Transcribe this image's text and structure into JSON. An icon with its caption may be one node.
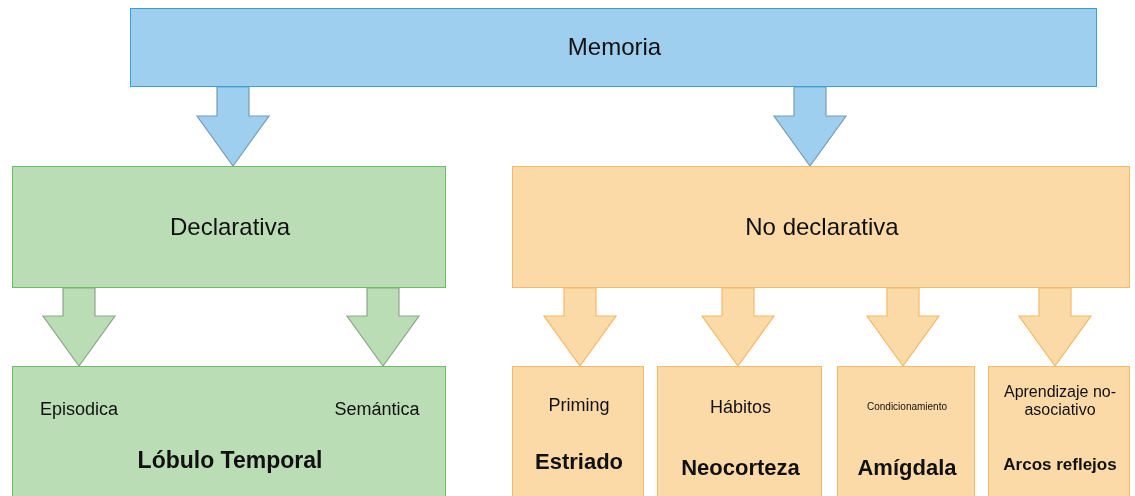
{
  "diagram": {
    "nodes": [
      {
        "text": [
          "Memoria"
        ]
      },
      {
        "text": [
          "Declarativa"
        ]
      },
      {
        "text": [
          "No declarativa"
        ]
      },
      {
        "text": [
          "Episodica",
          "Semántica",
          "Lóbulo Temporal"
        ]
      },
      {
        "text": [
          "Priming",
          "Estriado"
        ]
      },
      {
        "text": [
          "Hábitos",
          "Neocorteza"
        ]
      },
      {
        "text": [
          "Condicionamiento",
          "Amígdala"
        ]
      },
      {
        "text": [
          "Aprendizaje no-asociativo",
          "Arcos reflejos"
        ]
      }
    ],
    "edges": [
      {
        "from": 0,
        "to": 1,
        "arrow": "to",
        "color": "#9fcfee"
      },
      {
        "from": 0,
        "to": 2,
        "arrow": "to",
        "color": "#9fcfee"
      },
      {
        "from": 1,
        "to": 3,
        "arrow": "to",
        "color": "#bbddb6"
      },
      {
        "from": 1,
        "to": 3,
        "arrow": "to",
        "color": "#bbddb6"
      },
      {
        "from": 2,
        "to": 4,
        "arrow": "to"
      },
      {
        "from": 2,
        "to": 5,
        "arrow": "to"
      },
      {
        "from": 2,
        "to": 6,
        "arrow": "to"
      },
      {
        "from": 2,
        "to": 7,
        "arrow": "to"
      }
    ]
  }
}
